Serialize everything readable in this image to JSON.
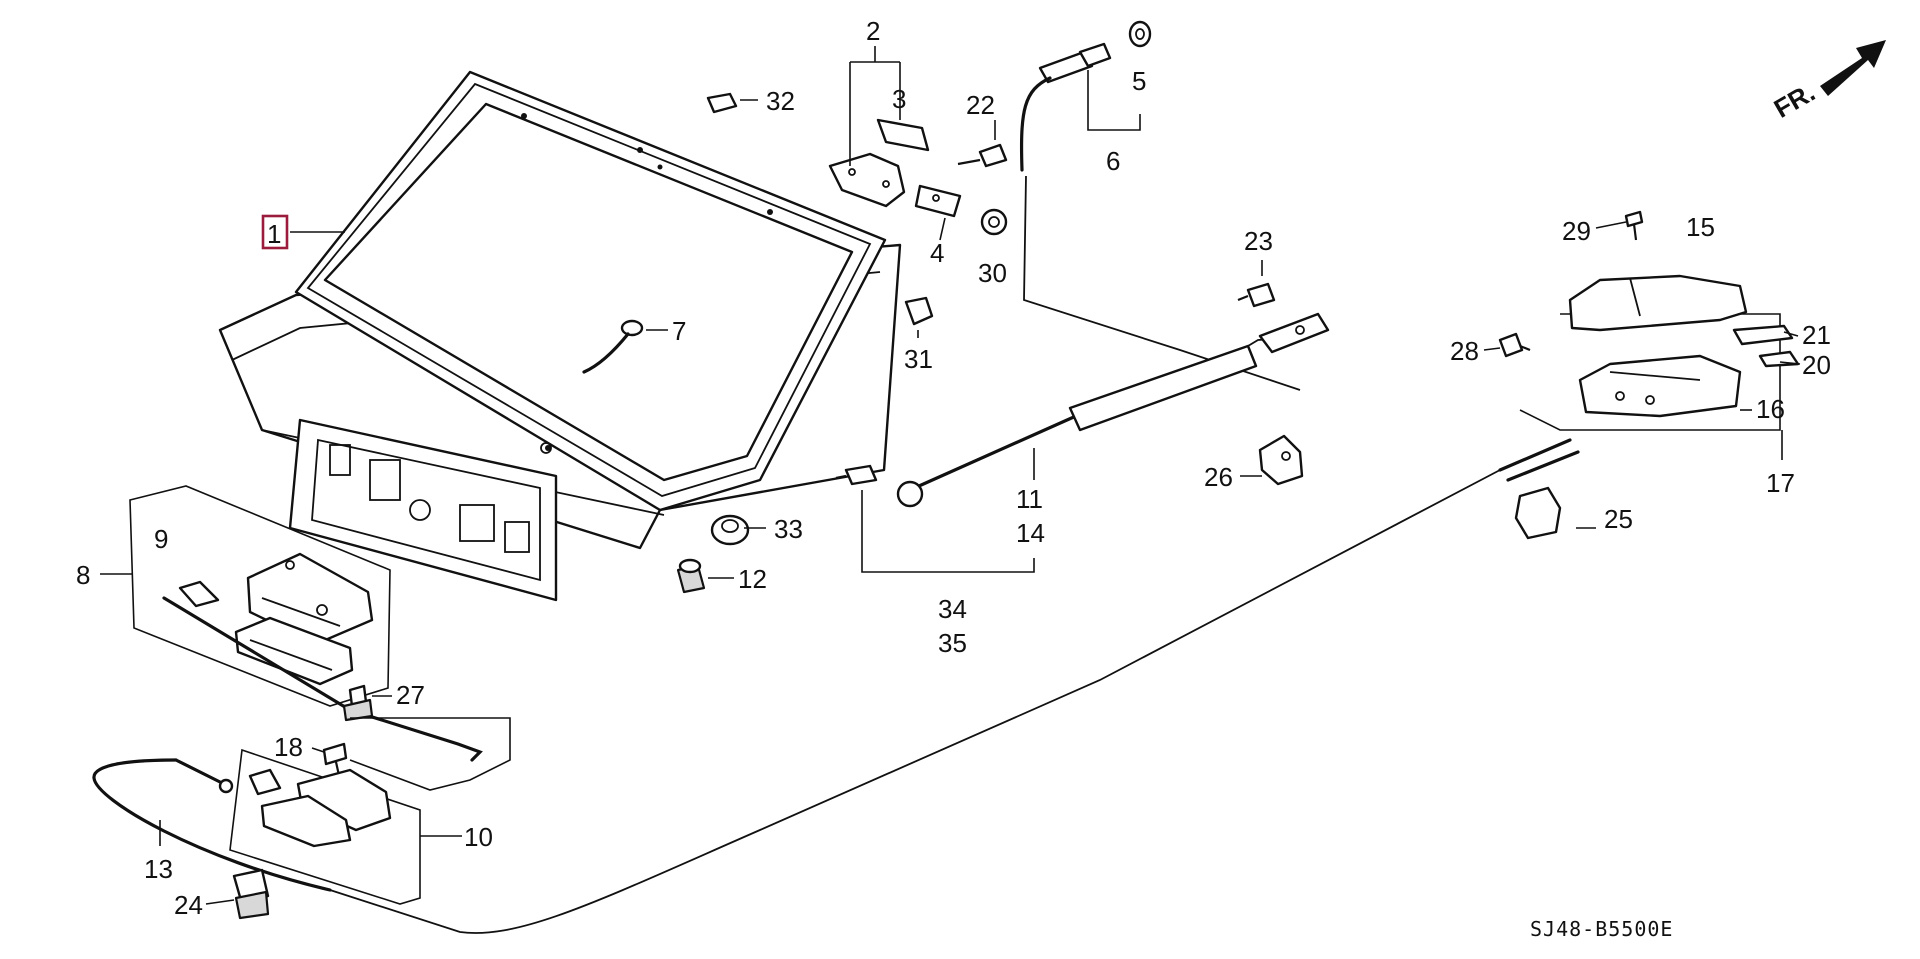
{
  "diagram_code": "SJ48-B5500E",
  "direction_label": "FR.",
  "colors": {
    "line": "#111111",
    "highlight_box": "#9b1b3d",
    "background": "#ffffff"
  },
  "callouts": {
    "c1": "1",
    "c2": "2",
    "c3": "3",
    "c4": "4",
    "c5": "5",
    "c6": "6",
    "c7": "7",
    "c8": "8",
    "c9": "9",
    "c10": "10",
    "c11": "11",
    "c12": "12",
    "c13": "13",
    "c14": "14",
    "c15": "15",
    "c16": "16",
    "c17": "17",
    "c18": "18",
    "c20": "20",
    "c21": "21",
    "c22": "22",
    "c23": "23",
    "c24": "24",
    "c25": "25",
    "c26": "26",
    "c27": "27",
    "c28": "28",
    "c29": "29",
    "c30": "30",
    "c31": "31",
    "c32": "32",
    "c33": "33",
    "c34": "34",
    "c35": "35"
  },
  "selected_callout": "1"
}
